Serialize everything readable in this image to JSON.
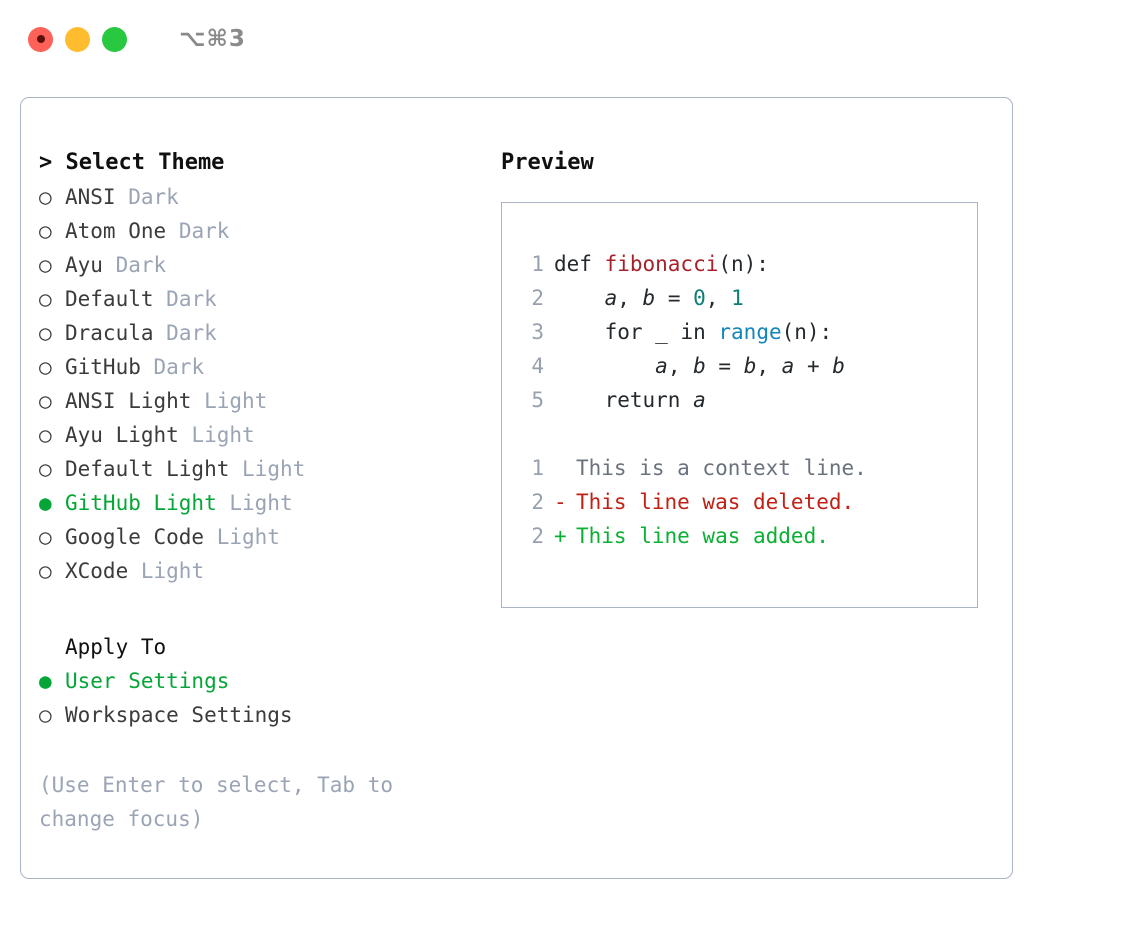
{
  "titlebar": {
    "shortcut": "⌥⌘3",
    "lights": [
      {
        "name": "close",
        "color": "#fd6158"
      },
      {
        "name": "minimize",
        "color": "#febc2e"
      },
      {
        "name": "zoom",
        "color": "#28c840"
      }
    ]
  },
  "theme_picker": {
    "header": "> Select Theme",
    "selected_theme": "GitHub Light",
    "bullet_selected": "●",
    "bullet_unselected": "○",
    "accent_color": "#05a637",
    "tag_color": "#9aa4b4",
    "items": [
      {
        "bullet": "○",
        "name": "ANSI",
        "tag": "Dark",
        "selected": false
      },
      {
        "bullet": "○",
        "name": "Atom One",
        "tag": "Dark",
        "selected": false
      },
      {
        "bullet": "○",
        "name": "Ayu",
        "tag": "Dark",
        "selected": false
      },
      {
        "bullet": "○",
        "name": "Default",
        "tag": "Dark",
        "selected": false
      },
      {
        "bullet": "○",
        "name": "Dracula",
        "tag": "Dark",
        "selected": false
      },
      {
        "bullet": "○",
        "name": "GitHub",
        "tag": "Dark",
        "selected": false
      },
      {
        "bullet": "○",
        "name": "ANSI Light",
        "tag": "Light",
        "selected": false
      },
      {
        "bullet": "○",
        "name": "Ayu Light",
        "tag": "Light",
        "selected": false
      },
      {
        "bullet": "○",
        "name": "Default Light",
        "tag": "Light",
        "selected": false
      },
      {
        "bullet": "●",
        "name": "GitHub Light",
        "tag": "Light",
        "selected": true
      },
      {
        "bullet": "○",
        "name": "Google Code",
        "tag": "Light",
        "selected": false
      },
      {
        "bullet": "○",
        "name": "XCode",
        "tag": "Light",
        "selected": false
      }
    ]
  },
  "apply_to": {
    "label": "Apply To",
    "selected_option": "User Settings",
    "options": [
      {
        "bullet": "●",
        "label": "User Settings",
        "selected": true
      },
      {
        "bullet": "○",
        "label": "Workspace Settings",
        "selected": false
      }
    ]
  },
  "hint": "(Use Enter to select, Tab to change focus)",
  "preview": {
    "title": "Preview",
    "code": [
      {
        "ln": "1",
        "tokens": [
          {
            "t": "def ",
            "c": "kw"
          },
          {
            "t": "fibonacci",
            "c": "fn"
          },
          {
            "t": "(n):",
            "c": "op"
          }
        ]
      },
      {
        "ln": "2",
        "tokens": [
          {
            "t": "    ",
            "c": "op"
          },
          {
            "t": "a",
            "c": "var"
          },
          {
            "t": ", ",
            "c": "op"
          },
          {
            "t": "b",
            "c": "var"
          },
          {
            "t": " = ",
            "c": "op"
          },
          {
            "t": "0",
            "c": "num"
          },
          {
            "t": ", ",
            "c": "op"
          },
          {
            "t": "1",
            "c": "num"
          }
        ]
      },
      {
        "ln": "3",
        "tokens": [
          {
            "t": "    for ",
            "c": "kw"
          },
          {
            "t": "_",
            "c": "op"
          },
          {
            "t": " in ",
            "c": "kw"
          },
          {
            "t": "range",
            "c": "bi"
          },
          {
            "t": "(n):",
            "c": "op"
          }
        ]
      },
      {
        "ln": "4",
        "tokens": [
          {
            "t": "        ",
            "c": "op"
          },
          {
            "t": "a",
            "c": "var"
          },
          {
            "t": ", ",
            "c": "op"
          },
          {
            "t": "b",
            "c": "var"
          },
          {
            "t": " = ",
            "c": "op"
          },
          {
            "t": "b",
            "c": "var"
          },
          {
            "t": ", ",
            "c": "op"
          },
          {
            "t": "a",
            "c": "var"
          },
          {
            "t": " + ",
            "c": "op"
          },
          {
            "t": "b",
            "c": "var"
          }
        ]
      },
      {
        "ln": "5",
        "tokens": [
          {
            "t": "    return ",
            "c": "kw"
          },
          {
            "t": "a",
            "c": "var"
          }
        ]
      }
    ],
    "diff": [
      {
        "ln": "1",
        "mark": " ",
        "text": "This is a context line.",
        "kind": "context"
      },
      {
        "ln": "2",
        "mark": "-",
        "text": "This line was deleted.",
        "kind": "deleted"
      },
      {
        "ln": "2",
        "mark": "+",
        "text": "This line was added.",
        "kind": "added"
      }
    ],
    "colors": {
      "line_number": "#97a0ae",
      "function": "#a6222a",
      "builtin": "#1386b8",
      "number": "#0d7d77",
      "diff_context": "#6a737d",
      "diff_deleted": "#c21f15",
      "diff_added": "#0ab034",
      "border": "#aab4c4"
    }
  }
}
